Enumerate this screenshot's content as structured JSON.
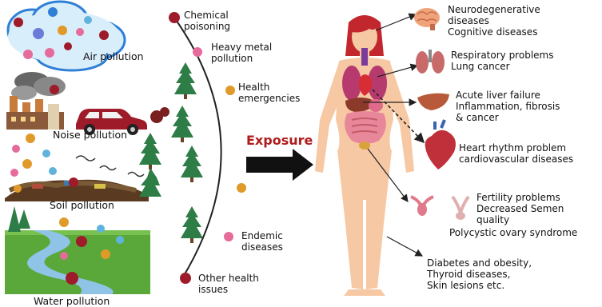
{
  "sources": {
    "air": "Air pollution",
    "noise": "Noise pollution",
    "soil": "Soil pollution",
    "water": "Water pollution"
  },
  "pathway": {
    "chemical": [
      "Chemical",
      "poisoning"
    ],
    "heavy_metal": [
      "Heavy metal",
      "pollution"
    ],
    "health": [
      "Health",
      "emergencies"
    ],
    "endemic": [
      "Endemic",
      "diseases"
    ],
    "other": [
      "Other health",
      "issues"
    ]
  },
  "exposure": "Exposure",
  "effects": {
    "neuro": [
      "Neurodegenerative",
      "diseases",
      "Cognitive diseases"
    ],
    "respiratory": [
      "Respiratory problems",
      "Lung cancer"
    ],
    "liver": [
      "Acute liver failure",
      "Inflammation, fibrosis",
      "& cancer"
    ],
    "heart": [
      "Heart rhythm problem",
      "cardiovascular diseases"
    ],
    "fertility": [
      "Fertility problems",
      "Decreased Semen",
      "quality",
      "Polycystic ovary syndrome"
    ],
    "metabolic": [
      "Diabetes and obesity,",
      "Thyroid diseases,",
      "Skin lesions etc."
    ]
  },
  "colors": {
    "dark_red": "#9e1b2a",
    "pink": "#e56b9a",
    "orange": "#e09a2a",
    "blue": "#5fb3dc",
    "cloud": "#2f7fd6",
    "skin": "#f6c8a3",
    "hair": "#c2272d",
    "tree": "#2e7d46",
    "water": "#8fc4e6",
    "grass": "#5aa83a"
  }
}
